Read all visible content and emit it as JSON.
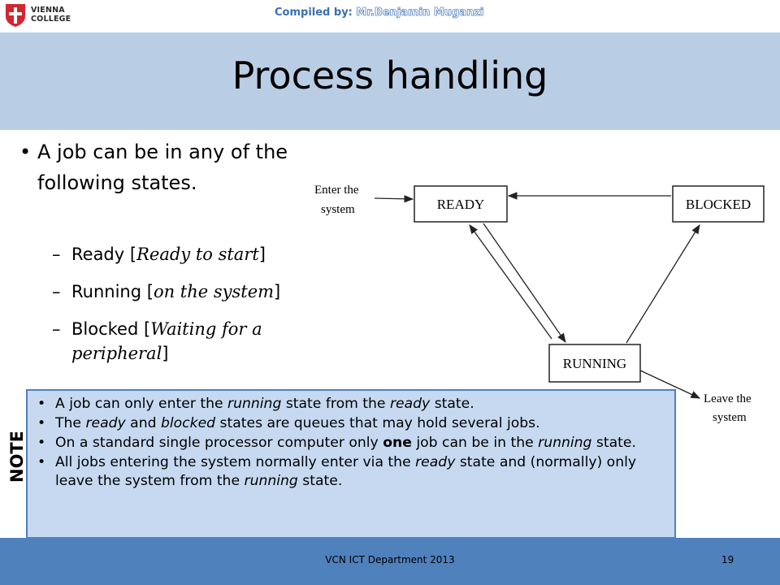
{
  "header": {
    "logo_line1": "VIENNA",
    "logo_line2": "COLLEGE",
    "compiled_label": "Compiled by:",
    "compiled_name": "Mr.Benjamin Muganzi"
  },
  "slide": {
    "title": "Process handling",
    "intro": "A job can be in any of the following states.",
    "states": [
      {
        "name": "Ready",
        "note": "Ready to start"
      },
      {
        "name": "Running",
        "note": "on the system"
      },
      {
        "name": "Blocked",
        "note": "Waiting for a peripheral"
      }
    ]
  },
  "diagram": {
    "enter_label_1": "Enter the",
    "enter_label_2": "system",
    "ready": "READY",
    "blocked": "BLOCKED",
    "running": "RUNNING",
    "leave_label_1": "Leave the",
    "leave_label_2": "system"
  },
  "note": {
    "label": "NOTE",
    "items": [
      {
        "parts": [
          {
            "t": "A job can only enter the "
          },
          {
            "t": "running",
            "i": true
          },
          {
            "t": " state from the "
          },
          {
            "t": "ready",
            "i": true
          },
          {
            "t": " state."
          }
        ]
      },
      {
        "parts": [
          {
            "t": "The "
          },
          {
            "t": "ready",
            "i": true
          },
          {
            "t": " and "
          },
          {
            "t": "blocked",
            "i": true
          },
          {
            "t": " states are queues that may hold several jobs."
          }
        ]
      },
      {
        "parts": [
          {
            "t": "On a standard single processor computer only "
          },
          {
            "t": "one",
            "b": true
          },
          {
            "t": " job can be in the "
          },
          {
            "t": "running",
            "i": true
          },
          {
            "t": " state."
          }
        ]
      },
      {
        "parts": [
          {
            "t": "All jobs entering the system normally enter via the "
          },
          {
            "t": "ready",
            "i": true
          },
          {
            "t": " state and (normally) only leave the system from the "
          },
          {
            "t": "running",
            "i": true
          },
          {
            "t": " state."
          }
        ]
      }
    ]
  },
  "footer": {
    "department": "VCN ICT Department 2013",
    "page": "19"
  },
  "colors": {
    "title_band": "#b9cde5",
    "footer": "#4f81bd",
    "note_fill": "#c6d9f1",
    "note_border": "#4f81bd",
    "logo_red": "#d22630"
  }
}
